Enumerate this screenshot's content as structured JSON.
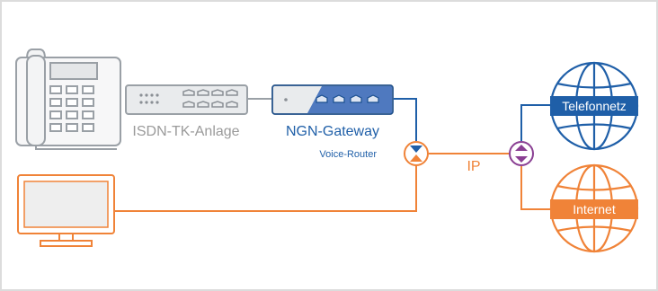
{
  "labels": {
    "isdn": "ISDN-TK-Anlage",
    "gateway": "NGN-Gateway",
    "voice_router": "Voice-Router",
    "ip": "IP",
    "phone_network": "Telefonnetz",
    "internet": "Internet"
  },
  "colors": {
    "frame": "#dcdcdc",
    "blue_line": "#1f5fa8",
    "blue_dark": "#1a4f8f",
    "gateway_fill": "#4f79bf",
    "orange": "#f08338",
    "purple": "#8a3f93",
    "gray_text": "#9a9a9a",
    "device_stroke": "#9aa0a6",
    "device_fill": "#e9ebed"
  }
}
